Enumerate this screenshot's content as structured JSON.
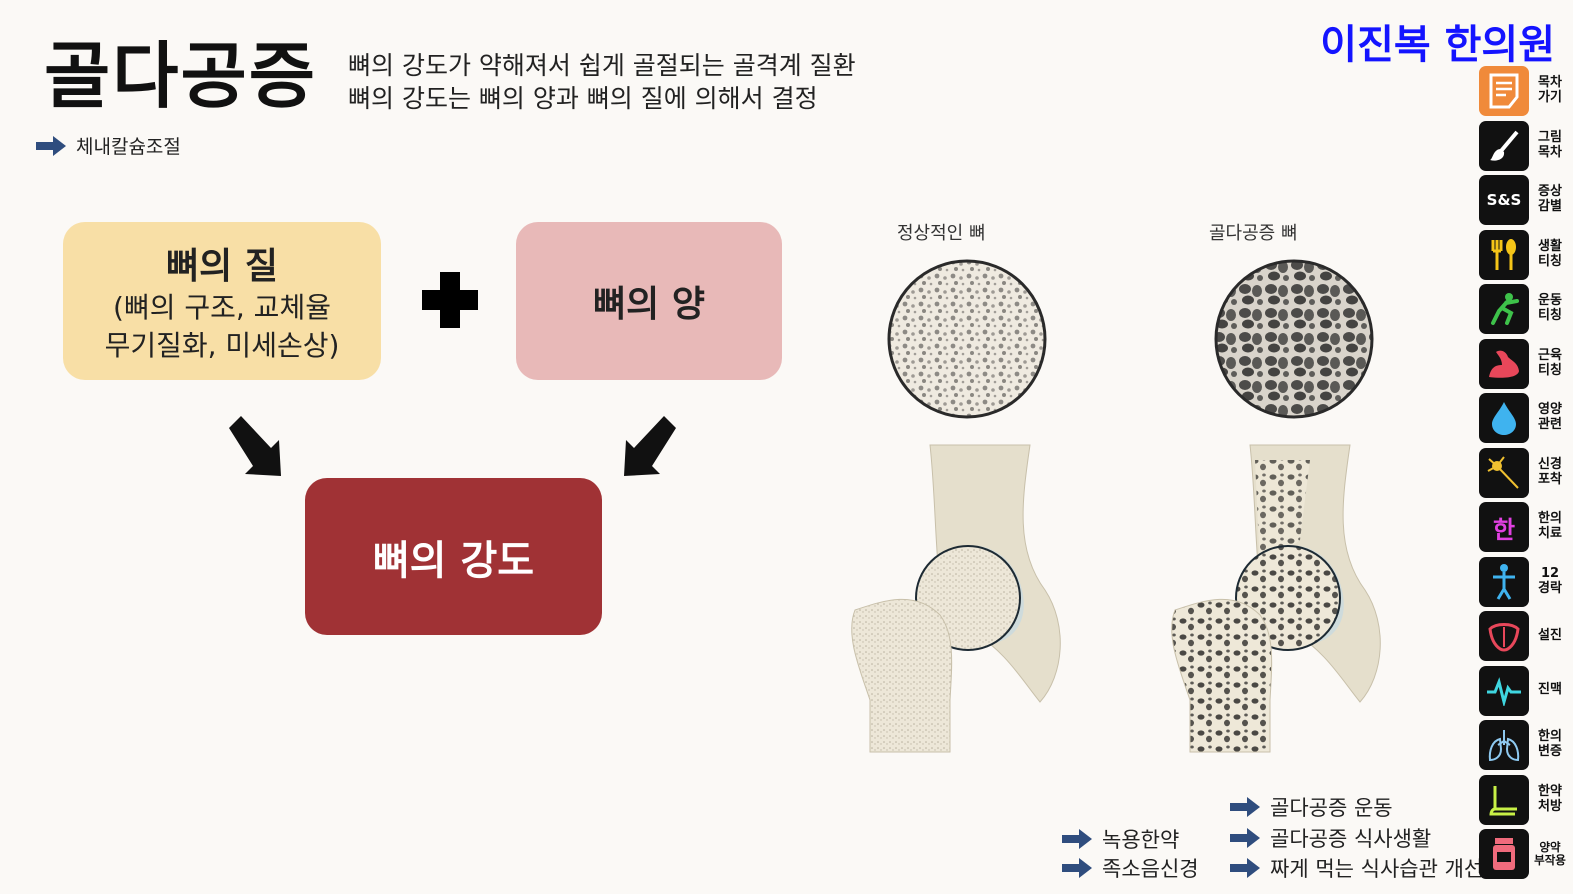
{
  "title": "골다공증",
  "subtitle_lines": [
    "뼈의 강도가 약해져서 쉽게 골절되는 골격계 질환",
    "뼈의 강도는 뼈의 양과 뼈의 질에 의해서 결정"
  ],
  "brand": "이진복 한의원",
  "top_link": "체내칼슘조절",
  "diagram": {
    "quality_title": "뼈의 질",
    "quality_line1": "(뼈의 구조, 교체율",
    "quality_line2": "무기질화, 미세손상)",
    "quantity_title": "뼈의 양",
    "strength_title": "뼈의 강도"
  },
  "images": {
    "normal_caption": "정상적인 뼈",
    "osteoporosis_caption": "골다공증 뼈"
  },
  "bottom_links": {
    "left": [
      "녹용한약",
      "족소음신경"
    ],
    "right": [
      "골다공증 운동",
      "골다공증 식사생활",
      "짜게 먹는 식사습관 개선"
    ]
  },
  "nav": [
    {
      "label": "목차\n가기",
      "icon": "document-icon",
      "bg": "#f08a3a"
    },
    {
      "label": "그림\n목차",
      "icon": "brush-icon",
      "bg": "#111111"
    },
    {
      "label": "증상\n감별",
      "icon": "s-and-s-icon",
      "icon_text": "S&S",
      "bg": "#111111"
    },
    {
      "label": "생활\n티칭",
      "icon": "fork-spoon-icon",
      "bg": "#111111"
    },
    {
      "label": "운동\n티칭",
      "icon": "exercise-icon",
      "bg": "#111111"
    },
    {
      "label": "근육\n티칭",
      "icon": "muscle-icon",
      "bg": "#111111"
    },
    {
      "label": "영양\n관련",
      "icon": "water-drop-icon",
      "bg": "#111111"
    },
    {
      "label": "신경\n포착",
      "icon": "neuron-icon",
      "bg": "#111111"
    },
    {
      "label": "한의\n치료",
      "icon": "han-icon",
      "icon_text": "한",
      "bg": "#111111"
    },
    {
      "label": "12\n경락",
      "icon": "meridian-body-icon",
      "bg": "#111111"
    },
    {
      "label": "설진",
      "icon": "tongue-icon",
      "bg": "#111111"
    },
    {
      "label": "진맥",
      "icon": "pulse-icon",
      "bg": "#111111"
    },
    {
      "label": "한의\n변증",
      "icon": "lungs-icon",
      "bg": "#111111"
    },
    {
      "label": "한약\n처방",
      "icon": "herbal-pot-icon",
      "bg": "#111111"
    },
    {
      "label": "양약\n부작용",
      "icon": "pill-bottle-icon",
      "bg": "#111111"
    }
  ],
  "colors": {
    "brand": "#1414ff",
    "quality_box": "#f8dfa6",
    "quantity_box": "#e8b9b8",
    "strength_box": "#a03235",
    "link_arrow": "#2f4d7e"
  }
}
